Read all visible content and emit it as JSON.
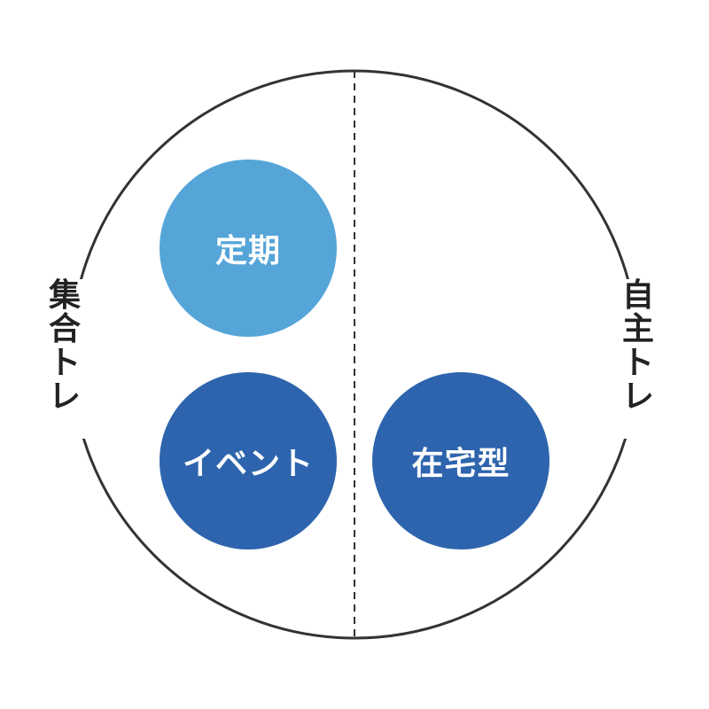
{
  "diagram": {
    "left_label": "集合トレ",
    "right_label": "自主トレ",
    "bubbles": [
      {
        "label": "定期",
        "color": "#55a5d8"
      },
      {
        "label": "イベント",
        "color": "#2d64ad"
      },
      {
        "label": "在宅型",
        "color": "#2d64ad"
      }
    ],
    "outline_color": "#333333",
    "divider_style": "dashed"
  }
}
